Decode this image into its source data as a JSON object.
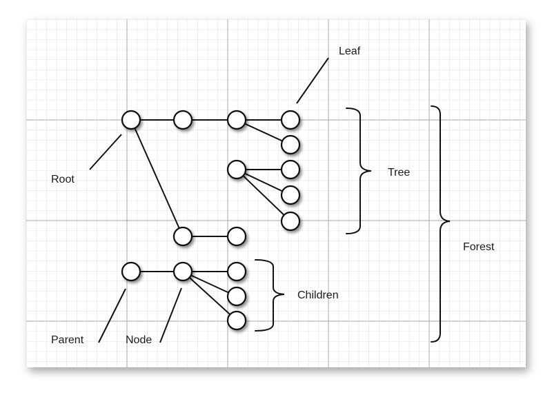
{
  "labels": {
    "leaf": "Leaf",
    "root": "Root",
    "tree": "Tree",
    "forest": "Forest",
    "children": "Children",
    "parent": "Parent",
    "node": "Node"
  },
  "colors": {
    "grid_minor": "#d6d6d6",
    "grid_major": "#b8b8b8",
    "stroke": "#111111",
    "node_fill": "#ffffff"
  }
}
